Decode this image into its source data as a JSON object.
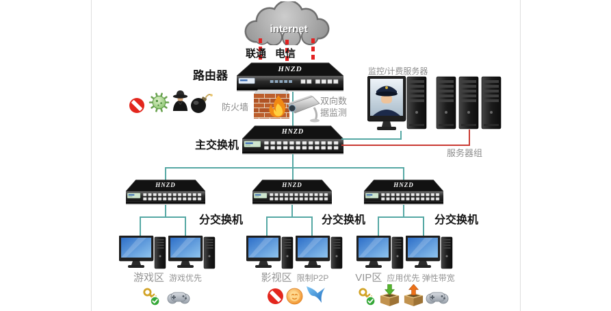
{
  "diagram": {
    "internet": {
      "label": "internet"
    },
    "isps": {
      "unicom": "联通",
      "telecom": "电信"
    },
    "router": {
      "label": "路由器",
      "brand": "HNZD"
    },
    "security": {
      "firewall_label": "防火墙",
      "data_monitor_label": "双向数据监测",
      "threat_icons": [
        "block-icon",
        "virus-icon",
        "hacker-icon",
        "bomb-icon"
      ]
    },
    "billing": {
      "label": "监控/计费服务器"
    },
    "main_switch": {
      "label": "主交换机",
      "brand": "HNZD"
    },
    "server_group": {
      "label": "服务器组"
    },
    "sub_switch": {
      "label": "分交换机",
      "brand": "HNZD"
    },
    "zones": [
      {
        "name": "游戏区",
        "policy": "游戏优先",
        "icons": [
          "key-permission-icon",
          "gamepad-icon"
        ]
      },
      {
        "name": "影视区",
        "policy": "限制P2P",
        "icons": [
          "block-icon",
          "media-app-icon",
          "thunder-bird-icon"
        ]
      },
      {
        "name": "VIP区",
        "policy": "应用优先 弹性带宽",
        "icons": [
          "key-permission-icon",
          "download-crate-icon",
          "upload-crate-icon",
          "gamepad-icon"
        ]
      }
    ],
    "colors": {
      "lan_link": "#55a8a4",
      "uplink_red": "#c93a32",
      "wan_dashed": "#e32222"
    }
  }
}
